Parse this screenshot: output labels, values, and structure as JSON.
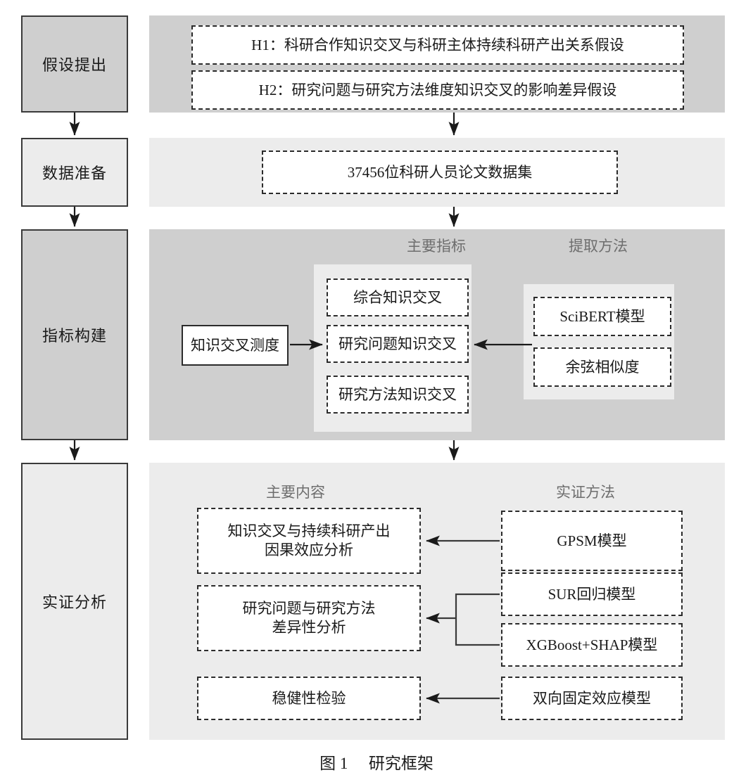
{
  "figure": {
    "caption_label": "图 1",
    "caption_title": "研究框架"
  },
  "stages": [
    {
      "label": "假设提出"
    },
    {
      "label": "数据准备"
    },
    {
      "label": "指标构建"
    },
    {
      "label": "实证分析"
    }
  ],
  "hypothesis_section": {
    "items": [
      {
        "label": "H1：科研合作知识交叉与科研主体持续科研产出关系假设"
      },
      {
        "label": "H2：研究问题与研究方法维度知识交叉的影响差异假设"
      }
    ]
  },
  "data_section": {
    "items": [
      {
        "label": "37456位科研人员论文数据集"
      }
    ]
  },
  "indicator_section": {
    "headers": {
      "main": "主要指标",
      "method": "提取方法"
    },
    "source_box": "知识交叉测度",
    "indicators": [
      {
        "label": "综合知识交叉"
      },
      {
        "label": "研究问题知识交叉"
      },
      {
        "label": "研究方法知识交叉"
      }
    ],
    "methods": [
      {
        "label": "SciBERT模型"
      },
      {
        "label": "余弦相似度"
      }
    ]
  },
  "empirical_section": {
    "headers": {
      "content": "主要内容",
      "method": "实证方法"
    },
    "contents": [
      {
        "label": "知识交叉与持续科研产出\n因果效应分析"
      },
      {
        "label": "研究问题与研究方法\n差异性分析"
      },
      {
        "label": "稳健性检验"
      }
    ],
    "methods": [
      {
        "label": "GPSM模型"
      },
      {
        "label": "SUR回归模型"
      },
      {
        "label": "XGBoost+SHAP模型"
      },
      {
        "label": "双向固定效应模型"
      }
    ]
  },
  "colors": {
    "panel_dark": "#cfcfcf",
    "panel_light": "#ececec",
    "box_border": "#2b2b2b",
    "stage_border": "#3a3a3a",
    "header_text": "#6e6e6e"
  }
}
